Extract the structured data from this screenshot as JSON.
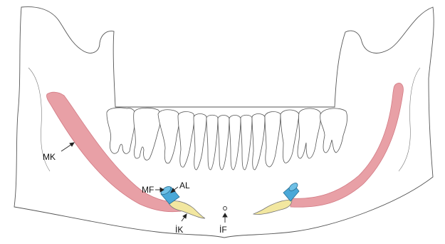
{
  "figure": {
    "labels": {
      "mk": "MK",
      "mf": "MF",
      "al": "AL",
      "ik": "İK",
      "if": "İF"
    },
    "colors": {
      "background": "#ffffff",
      "outline": "#555555",
      "canal_red": "#e8a0a6",
      "canal_red_dark": "#d27a84",
      "loop_blue": "#4aa8d8",
      "incisive_yellow": "#f2e7a0"
    }
  }
}
